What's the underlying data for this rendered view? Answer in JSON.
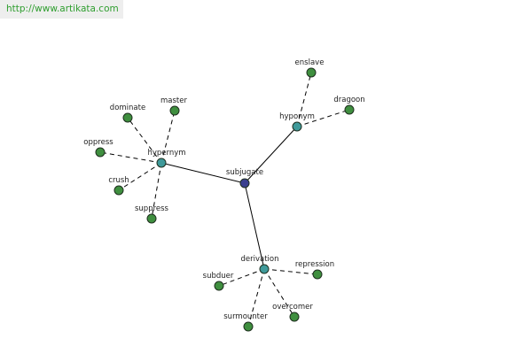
{
  "source": {
    "url_text": "http://www.artikata.com"
  },
  "colors": {
    "center_node": "#3a3f8f",
    "relation_node": "#3f9a9a",
    "leaf_node": "#3f8f3f",
    "banner_bg": "#eeeeee",
    "banner_text": "#2f9e2f"
  },
  "graph": {
    "center": {
      "id": "subjugate",
      "label": "subjugate",
      "kind": "center"
    },
    "relations": [
      {
        "id": "hypernym",
        "label": "hypernym",
        "kind": "relation"
      },
      {
        "id": "hyponym",
        "label": "hyponym",
        "kind": "relation"
      },
      {
        "id": "derivation",
        "label": "derivation",
        "kind": "relation"
      }
    ],
    "leaves": [
      {
        "id": "dominate",
        "label": "dominate",
        "parent": "hypernym"
      },
      {
        "id": "master",
        "label": "master",
        "parent": "hypernym"
      },
      {
        "id": "oppress",
        "label": "oppress",
        "parent": "hypernym"
      },
      {
        "id": "crush",
        "label": "crush",
        "parent": "hypernym"
      },
      {
        "id": "suppress",
        "label": "suppress",
        "parent": "hypernym"
      },
      {
        "id": "enslave",
        "label": "enslave",
        "parent": "hyponym"
      },
      {
        "id": "dragoon",
        "label": "dragoon",
        "parent": "hyponym"
      },
      {
        "id": "repression",
        "label": "repression",
        "parent": "derivation"
      },
      {
        "id": "subduer",
        "label": "subduer",
        "parent": "derivation"
      },
      {
        "id": "surmounter",
        "label": "surmounter",
        "parent": "derivation"
      },
      {
        "id": "overcomer",
        "label": "overcomer",
        "parent": "derivation"
      }
    ]
  }
}
